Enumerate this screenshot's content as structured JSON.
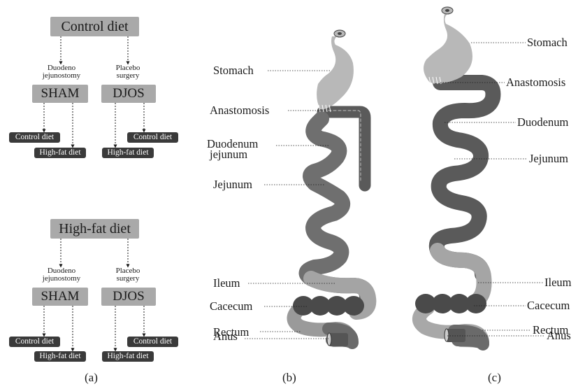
{
  "panel_a": {
    "blocks": [
      {
        "diet": "Control diet",
        "left_surgery": [
          "Duodeno",
          "jejunostomy"
        ],
        "right_surgery": [
          "Placebo",
          "surgery"
        ],
        "left_group": "SHAM",
        "right_group": "DJOS",
        "outcomes": [
          "Control diet",
          "High-fat diet",
          "High-fat diet",
          "Control diet"
        ]
      },
      {
        "diet": "High-fat diet",
        "left_surgery": [
          "Duodeno",
          "jejunostomy"
        ],
        "right_surgery": [
          "Placebo",
          "surgery"
        ],
        "left_group": "SHAM",
        "right_group": "DJOS",
        "outcomes": [
          "Control diet",
          "High-fat diet",
          "High-fat diet",
          "Control diet"
        ]
      }
    ],
    "caption": "(a)"
  },
  "panel_b": {
    "labels": [
      "Stomach",
      "Anastomosis",
      "Duodenum",
      "jejunum",
      "Jejunum",
      "Ileum",
      "Cacecum",
      "Rectum",
      "Anus"
    ],
    "caption": "(b)"
  },
  "panel_c": {
    "labels": [
      "Stomach",
      "Anastomosis",
      "Duodenum",
      "Jejunum",
      "Ileum",
      "Cacecum",
      "Rectum",
      "Anus"
    ],
    "caption": "(c)"
  },
  "colors": {
    "box_fill": "#a9a9a9",
    "pill_fill": "#3a3a3a",
    "stomach": "#b8b8b8",
    "gut_dark": "#5a5a5a",
    "gut_mid": "#7c7c7c",
    "gut_light": "#a5a5a5",
    "cecum": "#4a4a4a"
  }
}
